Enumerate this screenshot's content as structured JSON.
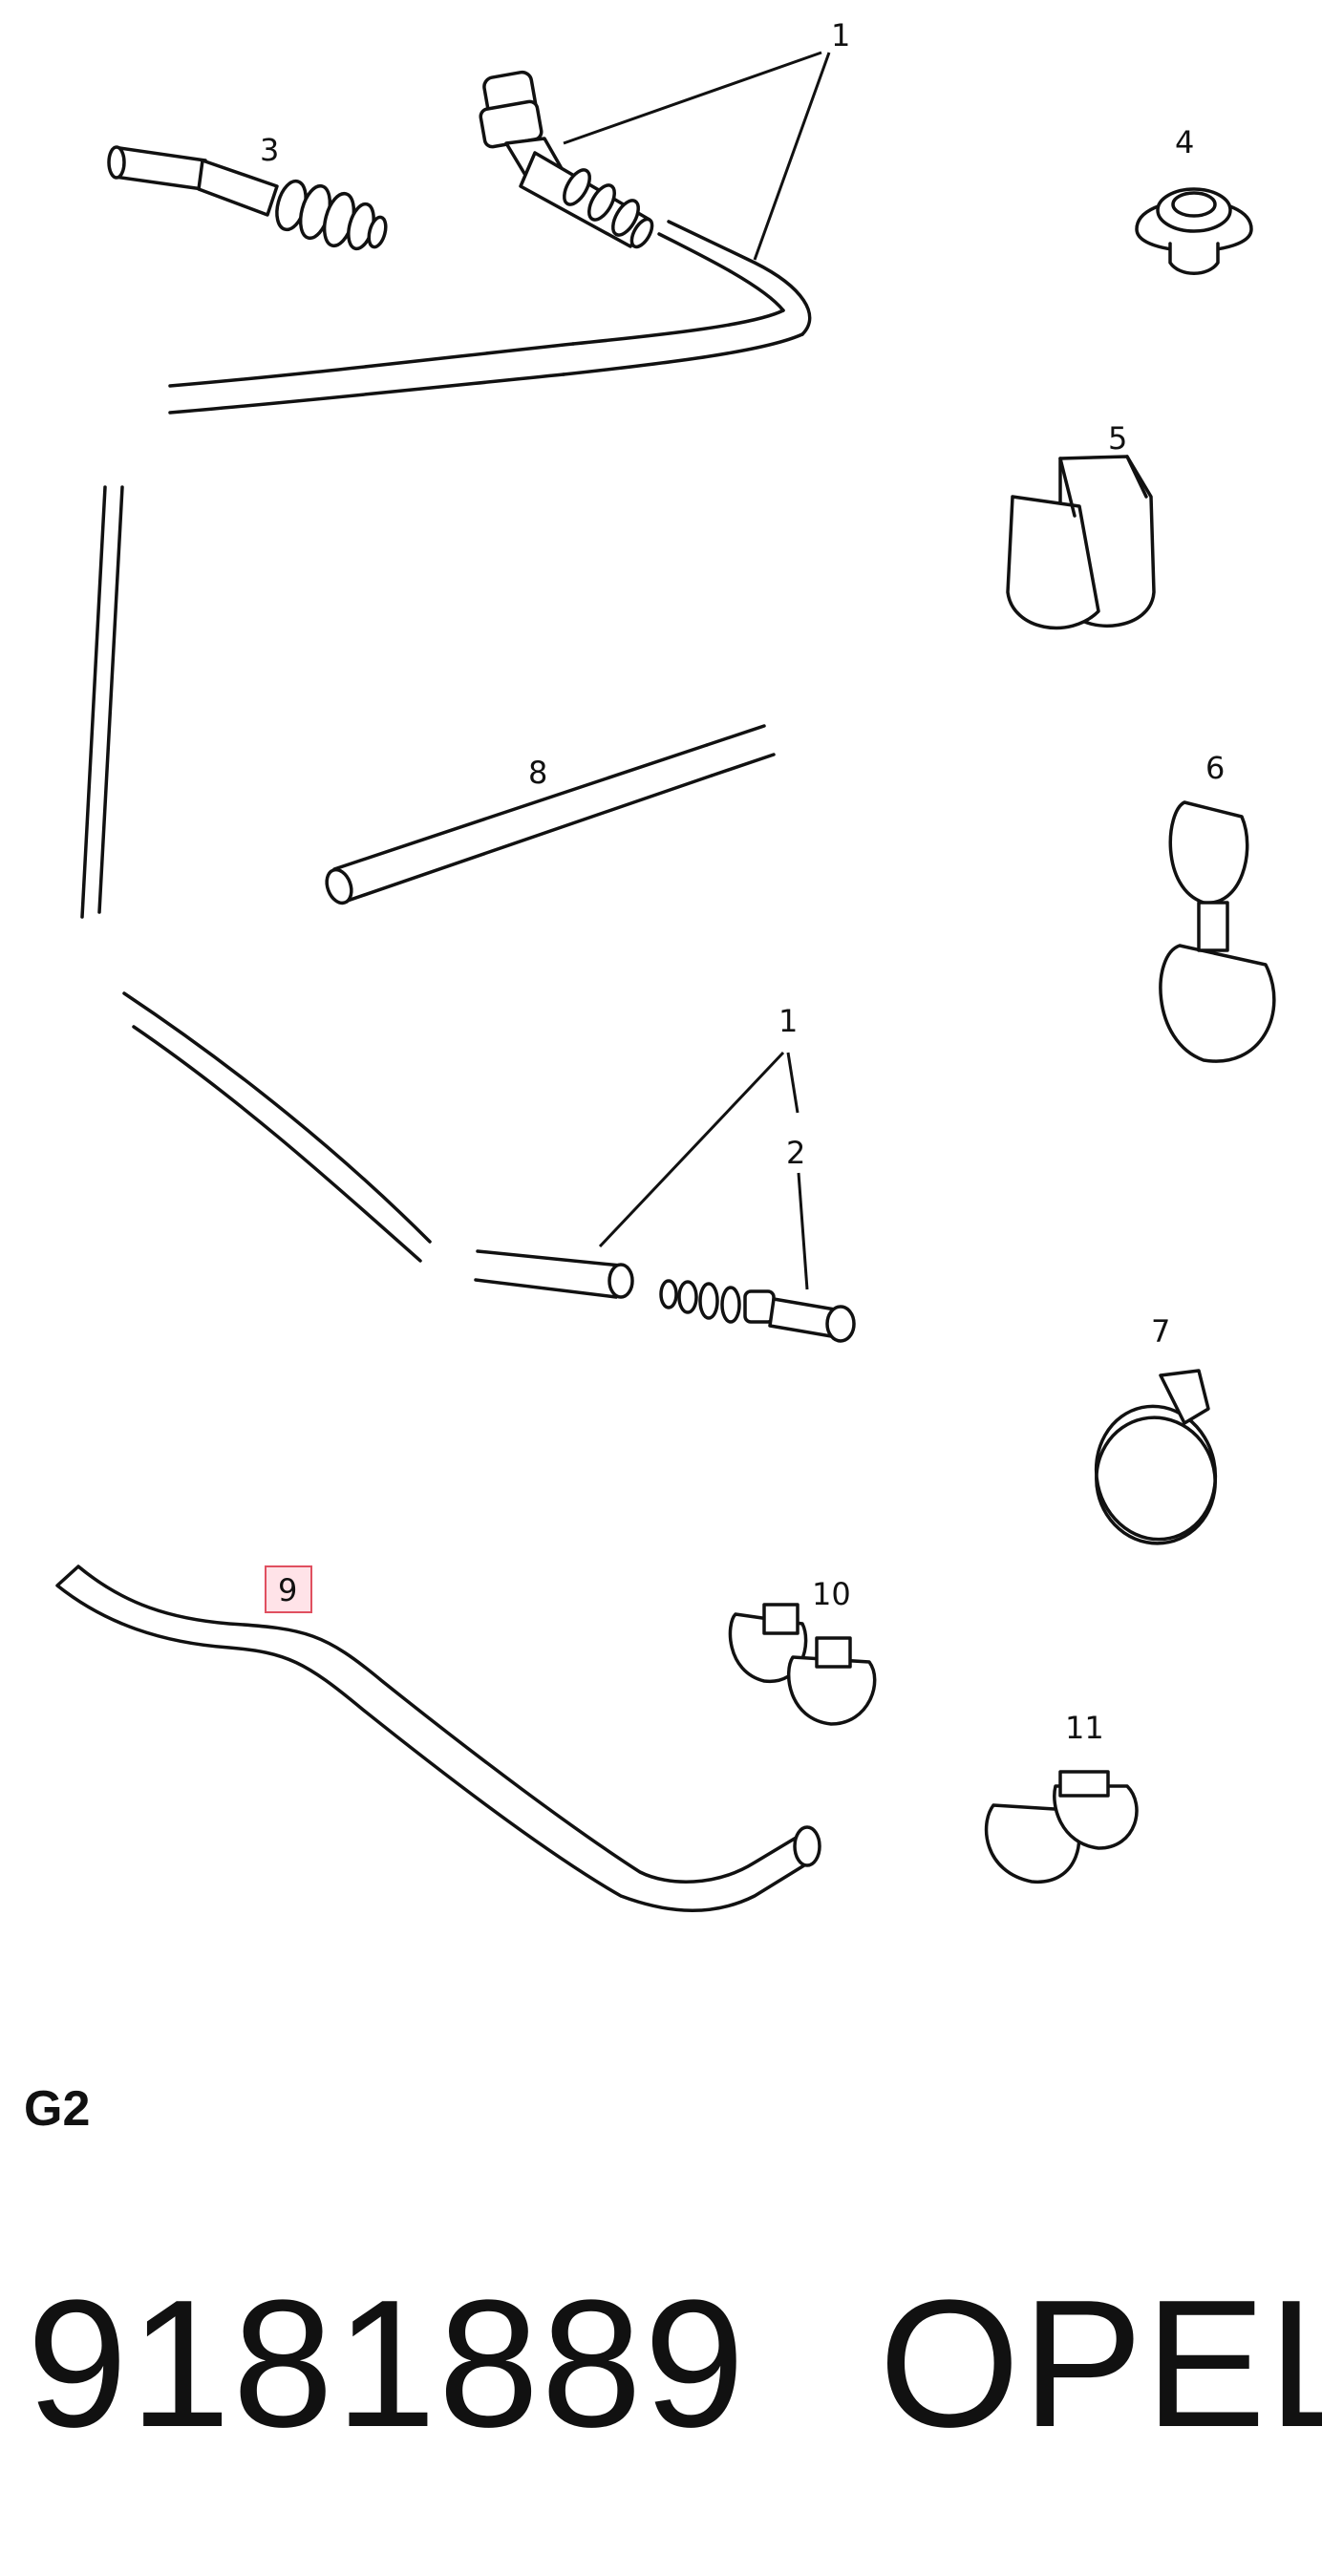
{
  "diagram": {
    "callouts": {
      "c1_top": "1",
      "c3": "3",
      "c4": "4",
      "c5": "5",
      "c8": "8",
      "c6": "6",
      "c1_mid": "1",
      "c2": "2",
      "c7": "7",
      "c9": "9",
      "c10": "10",
      "c11": "11"
    },
    "highlighted_callout": "9",
    "highlight_color": "#ffe3e8",
    "highlight_border_color": "#e05060"
  },
  "footer": {
    "sheet_code": "G2",
    "part_number": "9181889",
    "brand": "OPEL"
  }
}
